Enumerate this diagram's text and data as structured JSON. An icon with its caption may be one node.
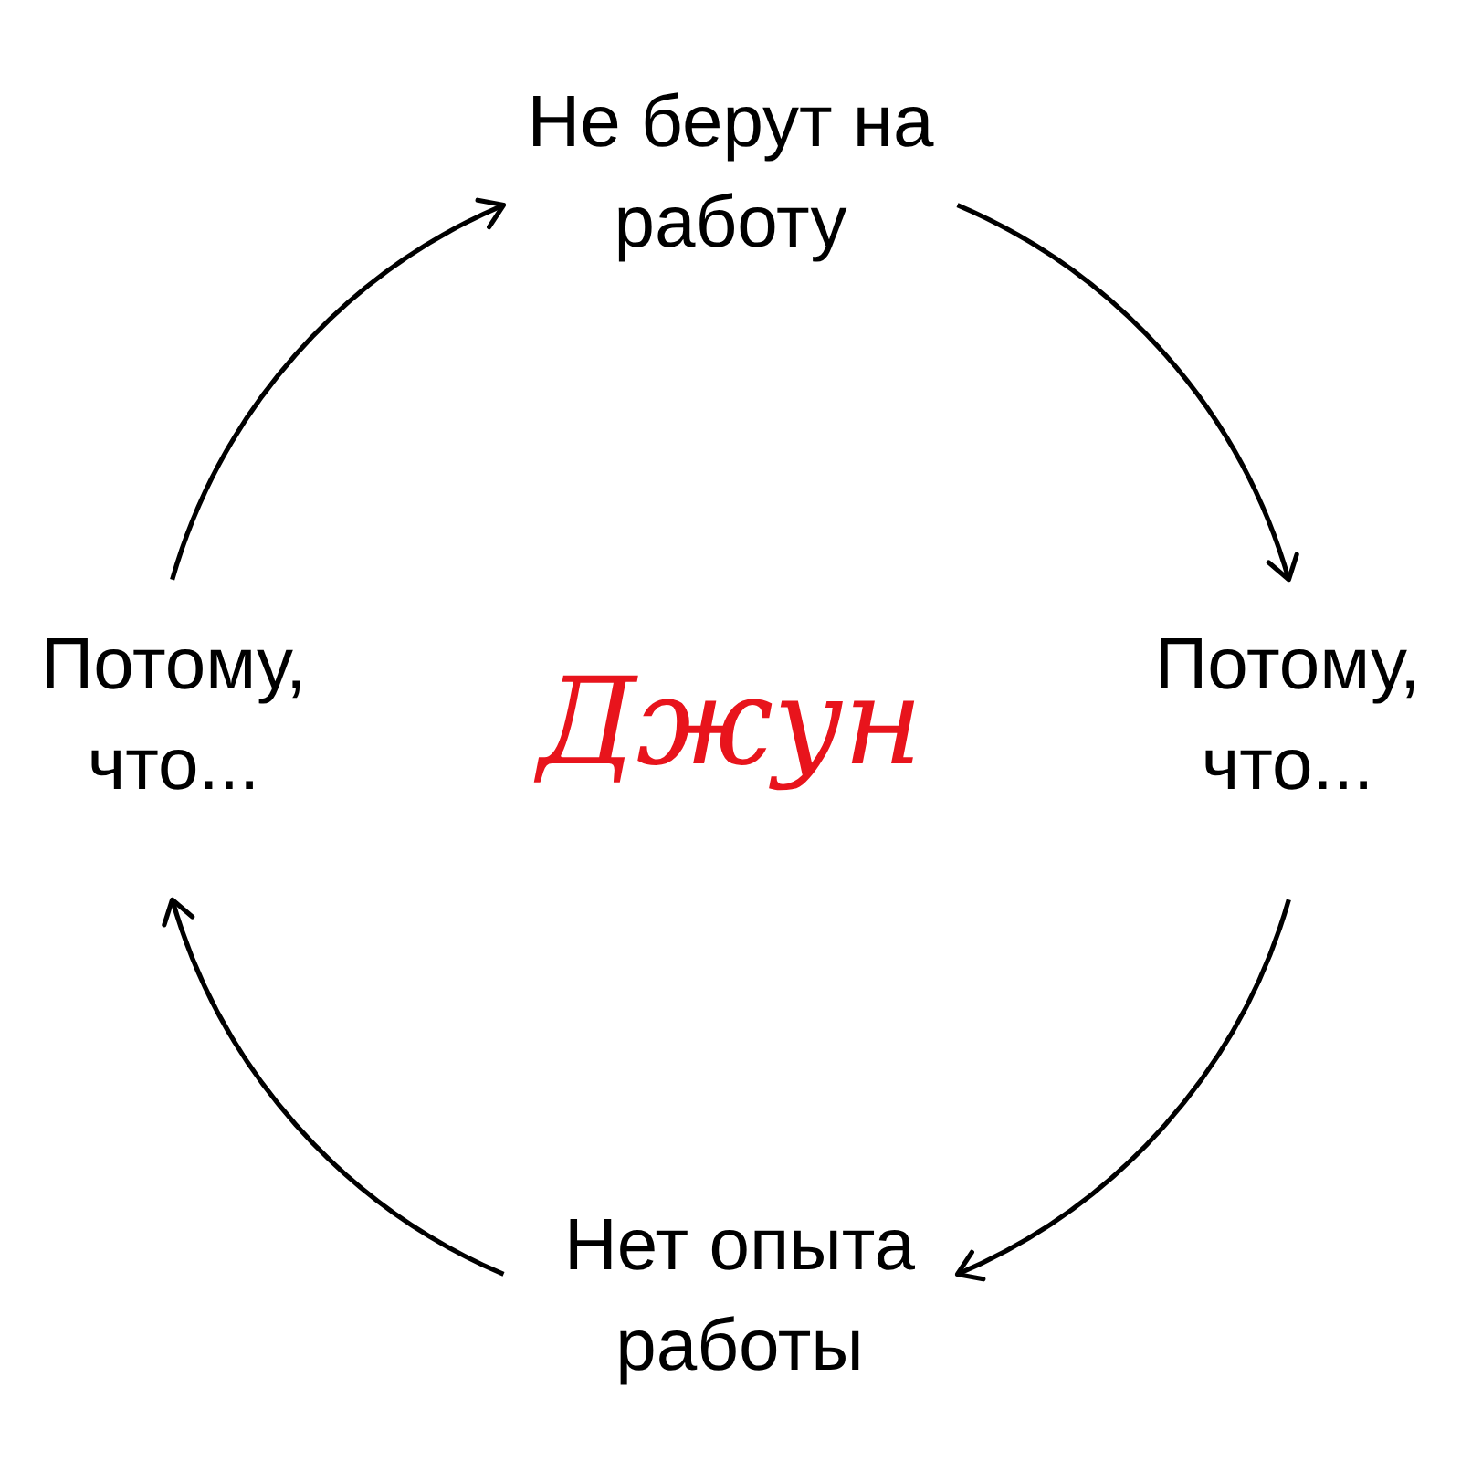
{
  "diagram": {
    "nodes": [
      {
        "text": [
          "Не берут на работу"
        ]
      },
      {
        "text": [
          "Потому, что..."
        ]
      },
      {
        "text": [
          "Нет опыта работы"
        ]
      },
      {
        "text": [
          "Потому, что..."
        ]
      }
    ],
    "edges": [
      {
        "from": 0,
        "to": 1,
        "arrow": "to"
      },
      {
        "from": 1,
        "to": 2,
        "arrow": "to"
      },
      {
        "from": 2,
        "to": 3,
        "arrow": "to"
      },
      {
        "from": 3,
        "to": 0,
        "arrow": "to"
      }
    ],
    "labels": [
      "Джун"
    ]
  }
}
